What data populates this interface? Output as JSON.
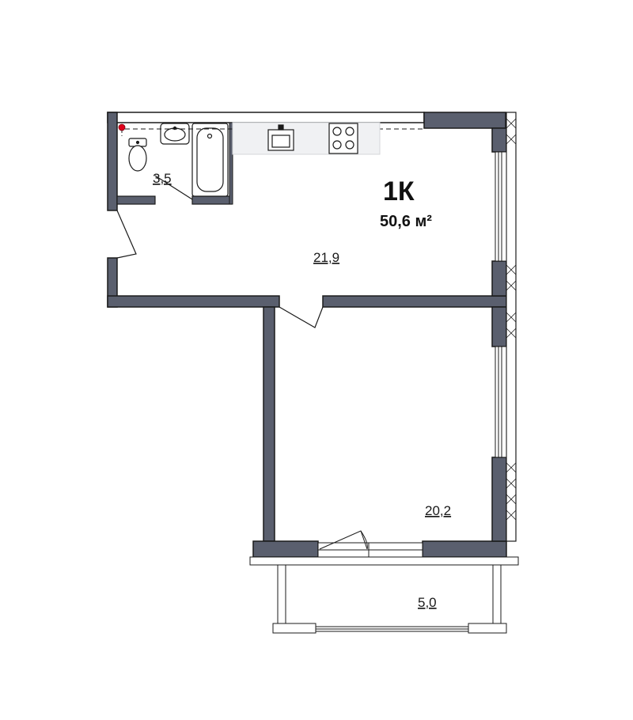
{
  "apartment": {
    "type": "1К",
    "total_area": "50,6 м²"
  },
  "rooms": {
    "bathroom": {
      "area": "3,5"
    },
    "kitchen_living": {
      "area": "21,9"
    },
    "bedroom": {
      "area": "20,2"
    },
    "balcony": {
      "area": "5,0"
    }
  },
  "colors": {
    "wall": "#5a5f6e",
    "outline": "#1b1b1b",
    "riser": "#e0001b"
  }
}
